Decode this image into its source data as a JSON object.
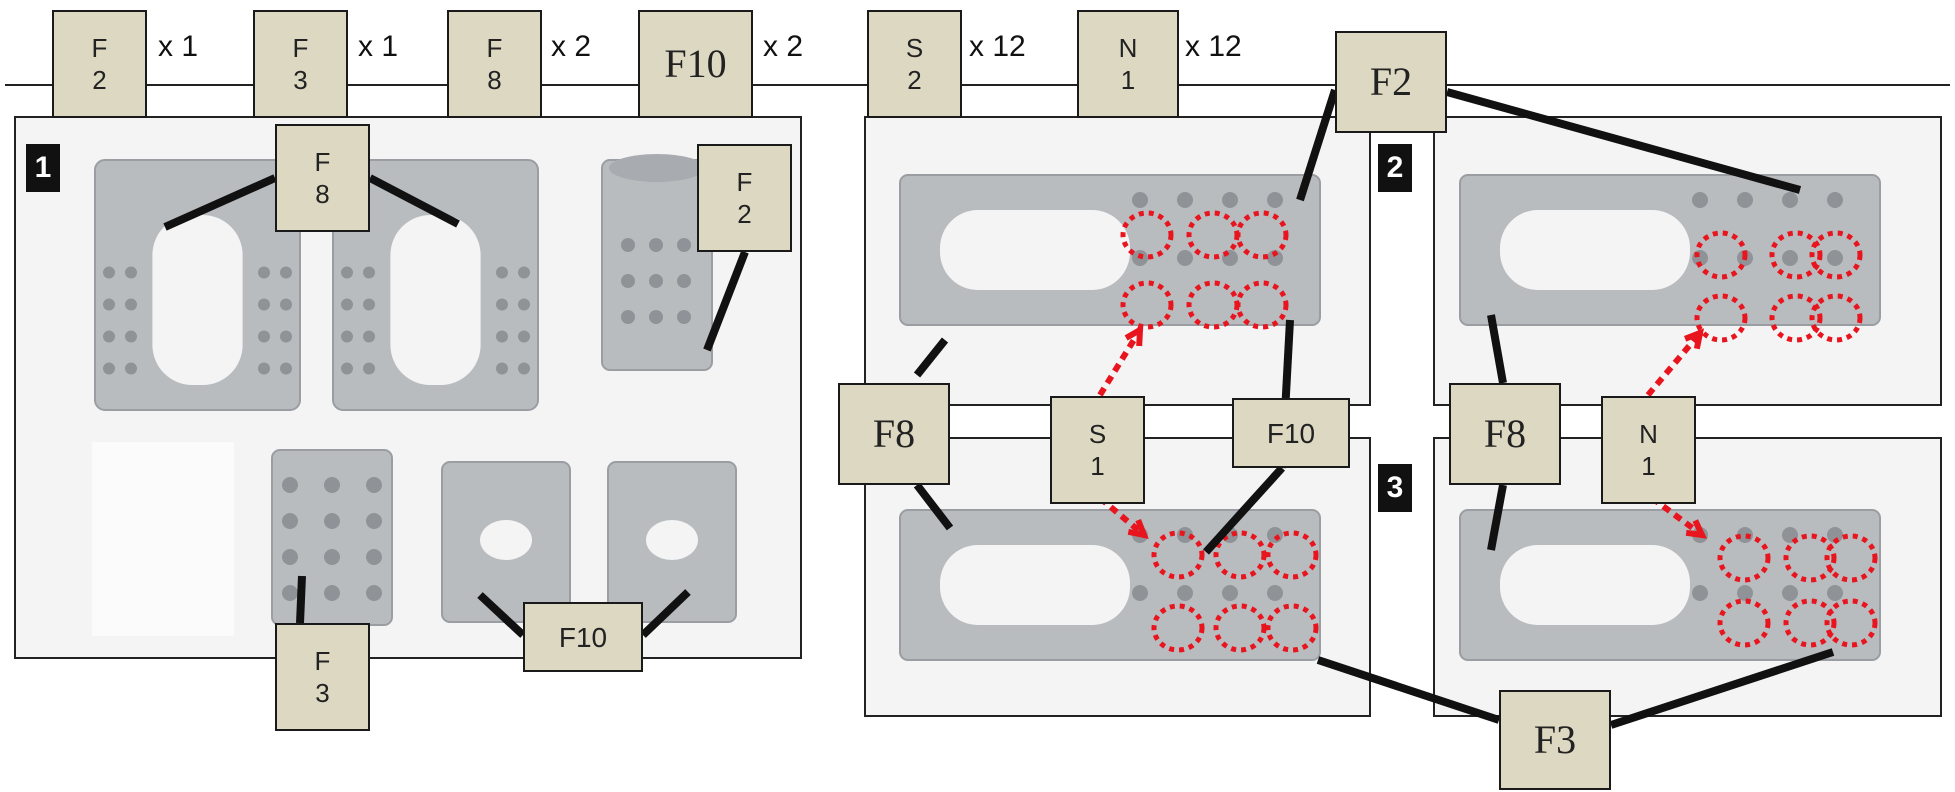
{
  "header_parts": [
    {
      "code_line1": "F",
      "code_line2": "2",
      "qty": "x 1"
    },
    {
      "code_line1": "F",
      "code_line2": "3",
      "qty": "x 1"
    },
    {
      "code_line1": "F",
      "code_line2": "8",
      "qty": "x 2"
    },
    {
      "code": "F10",
      "qty": "x 2"
    },
    {
      "code_line1": "S",
      "code_line2": "2",
      "qty": "x 12"
    },
    {
      "code_line1": "N",
      "code_line2": "1",
      "qty": "x 12"
    }
  ],
  "steps": {
    "step1": "1",
    "step2": "2",
    "step3": "3"
  },
  "callouts": {
    "s1_f8": {
      "line1": "F",
      "line2": "8"
    },
    "s1_f2": {
      "line1": "F",
      "line2": "2"
    },
    "s1_f3": {
      "line1": "F",
      "line2": "3"
    },
    "s1_f10": "F10",
    "s2_f2": "F2",
    "s2_f8": "F8",
    "s2_s1": {
      "line1": "S",
      "line2": "1"
    },
    "s2_f10": "F10",
    "s3_f8": "F8",
    "s3_n1": {
      "line1": "N",
      "line2": "1"
    },
    "f3_bottom": "F3"
  },
  "colors": {
    "tag_fill": "#ddd8c2",
    "part_grey": "#b9bcbf",
    "highlight_red": "#e8141e",
    "leader_black": "#111111"
  },
  "icons": [
    "bolt-circle-marker",
    "direction-arrow"
  ]
}
